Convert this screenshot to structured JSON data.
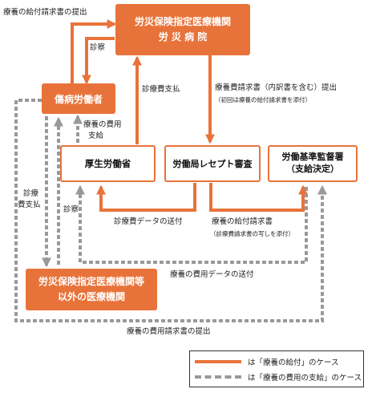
{
  "nodes": {
    "rosai_hospital": {
      "line1": "労災保険指定医療機関",
      "line2": "労 災 病 院"
    },
    "injured_worker": {
      "label": "傷病労働者"
    },
    "mhlw": {
      "label": "厚生労働省"
    },
    "receipt_review": {
      "label": "労働局レセプト審査"
    },
    "labor_standards": {
      "line1": "労働基準監督署",
      "line2": "（支給決定）"
    },
    "other_facility": {
      "line1": "労災保険指定医療機関等",
      "line2": "以外の医療機関"
    }
  },
  "labels": {
    "claim_submit_top": "療養の給付請求書の提出",
    "consult_top": "診察",
    "fee_payment_right": "診療費支払",
    "fee_claim_submit": "療養費請求書（内訳書を含む）提出",
    "first_time_note": "（初回は療養の給付請求書を添付）",
    "cost_payment_line1": "療養の費用",
    "cost_payment_line2": "支給",
    "consult_fee_pay_line1": "診療",
    "consult_fee_pay_line2": "費支払",
    "consult_left": "診察",
    "fee_data_send": "診療費データの送付",
    "benefit_claim": "療養の給付請求書",
    "benefit_claim_note": "（診療費請求書の写しを添付）",
    "cost_data_send": "療養の費用データの送付",
    "cost_claim_submit": "療養の費用請求書の提出"
  },
  "legend": {
    "solid_text": "は「療養の給付」のケース",
    "dashed_text": "は「療養の費用の支給」のケース"
  },
  "colors": {
    "orange": "#e8733a",
    "gray": "#999999"
  }
}
